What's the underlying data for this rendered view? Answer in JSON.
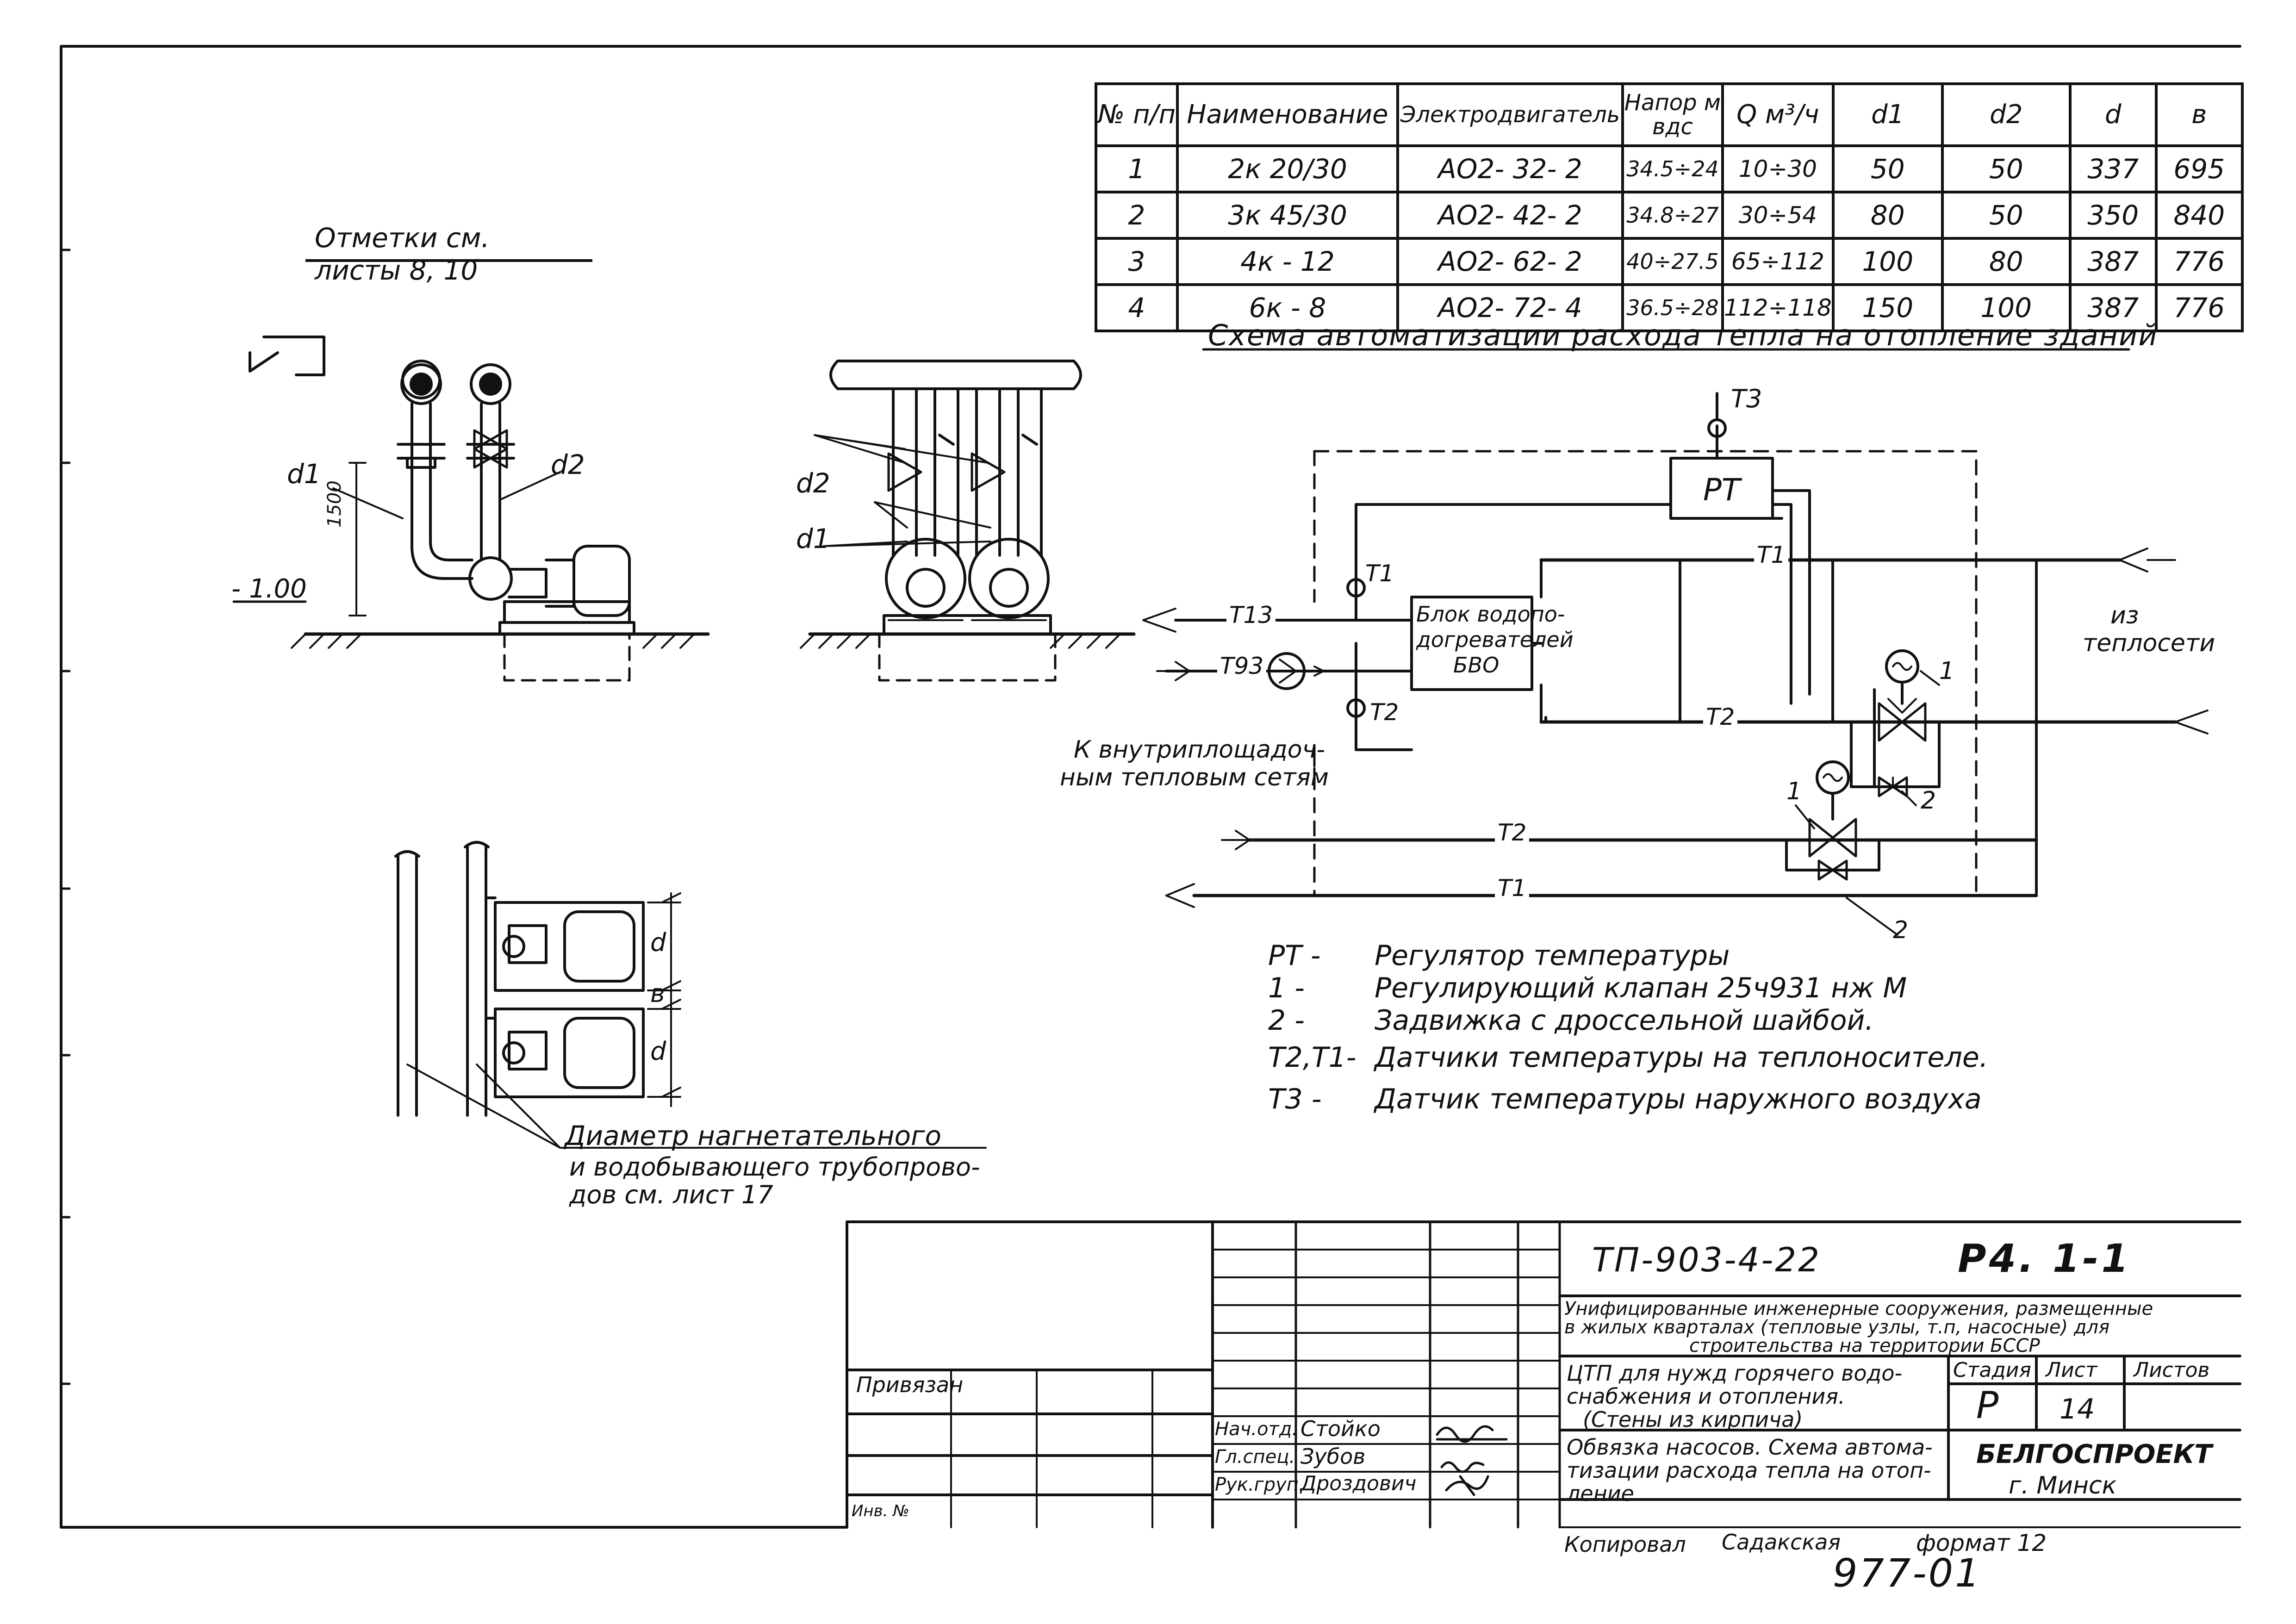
{
  "top_note": {
    "line1": "Отметки   см.",
    "line2": "листы 8, 10"
  },
  "level_mark": "- 1.00",
  "side_view": {
    "d1": "d1",
    "d2": "d2",
    "height": "1500"
  },
  "front_view": {
    "d1": "d1",
    "d2": "d2"
  },
  "plan_view": {
    "dim_d_top": "d",
    "dim_b": "в",
    "dim_d_bottom": "d"
  },
  "pipe_note": {
    "line1": "Диаметр  нагнетательного",
    "line2": "и водобывающего трубопрово-",
    "line3": "дов   см. лист 17"
  },
  "table": {
    "headers": [
      "№ п/п",
      "Наименование",
      "Электродвигатель",
      "Напор м вдс",
      "Q м³/ч",
      "d1",
      "d2",
      "d",
      "в"
    ],
    "rows": [
      [
        "1",
        "2к  20/30",
        "АО2- 32- 2",
        "34.5÷24",
        "10÷30",
        "50",
        "50",
        "337",
        "695"
      ],
      [
        "2",
        "3к  45/30",
        "АО2- 42- 2",
        "34.8÷27",
        "30÷54",
        "80",
        "50",
        "350",
        "840"
      ],
      [
        "3",
        "4к - 12",
        "АО2- 62- 2",
        "40÷27.5",
        "65÷112",
        "100",
        "80",
        "387",
        "776"
      ],
      [
        "4",
        "6к - 8",
        "АО2- 72- 4",
        "36.5÷28",
        "112÷118",
        "150",
        "100",
        "387",
        "776"
      ]
    ]
  },
  "scheme": {
    "title": "Схема  автоматизации  расхода  тепла  на  отопление  зданий",
    "labels": {
      "t3": "Т3",
      "pt": "РТ",
      "t1a": "Т1",
      "t1b": "Т1",
      "t1c": "Т1",
      "t2a": "Т2",
      "t2b": "Т2",
      "t2c": "Т2",
      "t13": "Т13",
      "t93": "Т93",
      "block1": "Блок водопо-",
      "block2": "догревателей",
      "block3": "БВО",
      "from1": "из",
      "from2": "теплосети",
      "to1": "К внутриплощадоч-",
      "to2": "ным тепловым сетям",
      "n1a": "1",
      "n1b": "1",
      "n2a": "2",
      "n2b": "2"
    }
  },
  "legend": [
    {
      "key": "РТ -",
      "text": "Регулятор  температуры"
    },
    {
      "key": "1 -",
      "text": "Регулирующий  клапан  25ч931 нж М"
    },
    {
      "key": "2 -",
      "text": "Задвижка  с  дроссельной  шайбой."
    },
    {
      "key": "Т2,Т1-",
      "text": "Датчики  температуры  на  теплоносителе."
    },
    {
      "key": "Т3 -",
      "text": "Датчик  температуры  наружного  воздуха"
    }
  ],
  "title_block": {
    "code": "ТП-903-4-22",
    "sheet_ref": "Р4.  1-1",
    "desc": [
      "Унифицированные инженерные сооружения, размещенные",
      "в жилых кварталах (тепловые узлы, т.п, насосные) для",
      "строительства на территории БССР"
    ],
    "project": [
      "ЦТП для нужд горячего водо-",
      "снабжения и отопления.",
      "(Стены из кирпича)"
    ],
    "content": [
      "Обвязка насосов. Схема автома-",
      "тизации расхода тепла на отоп-",
      "ление"
    ],
    "stage_h": "Стадия",
    "list_h": "Лист",
    "lists_h": "Листов",
    "stage": "Р",
    "list": "14",
    "org1": "БЕЛГОСПРОЕКТ",
    "org2": "г. Минск",
    "privyazan": "Привязан",
    "inv": "Инв. №",
    "roles": [
      {
        "role": "Нач.отд.",
        "name": "Стойко"
      },
      {
        "role": "Гл.спец.",
        "name": "Зубов"
      },
      {
        "role": "Рук.груп.",
        "name": "Дроздович"
      }
    ],
    "copied": "Копировал",
    "copier": "Садакская",
    "format": "формат 12",
    "number": "977-01"
  }
}
